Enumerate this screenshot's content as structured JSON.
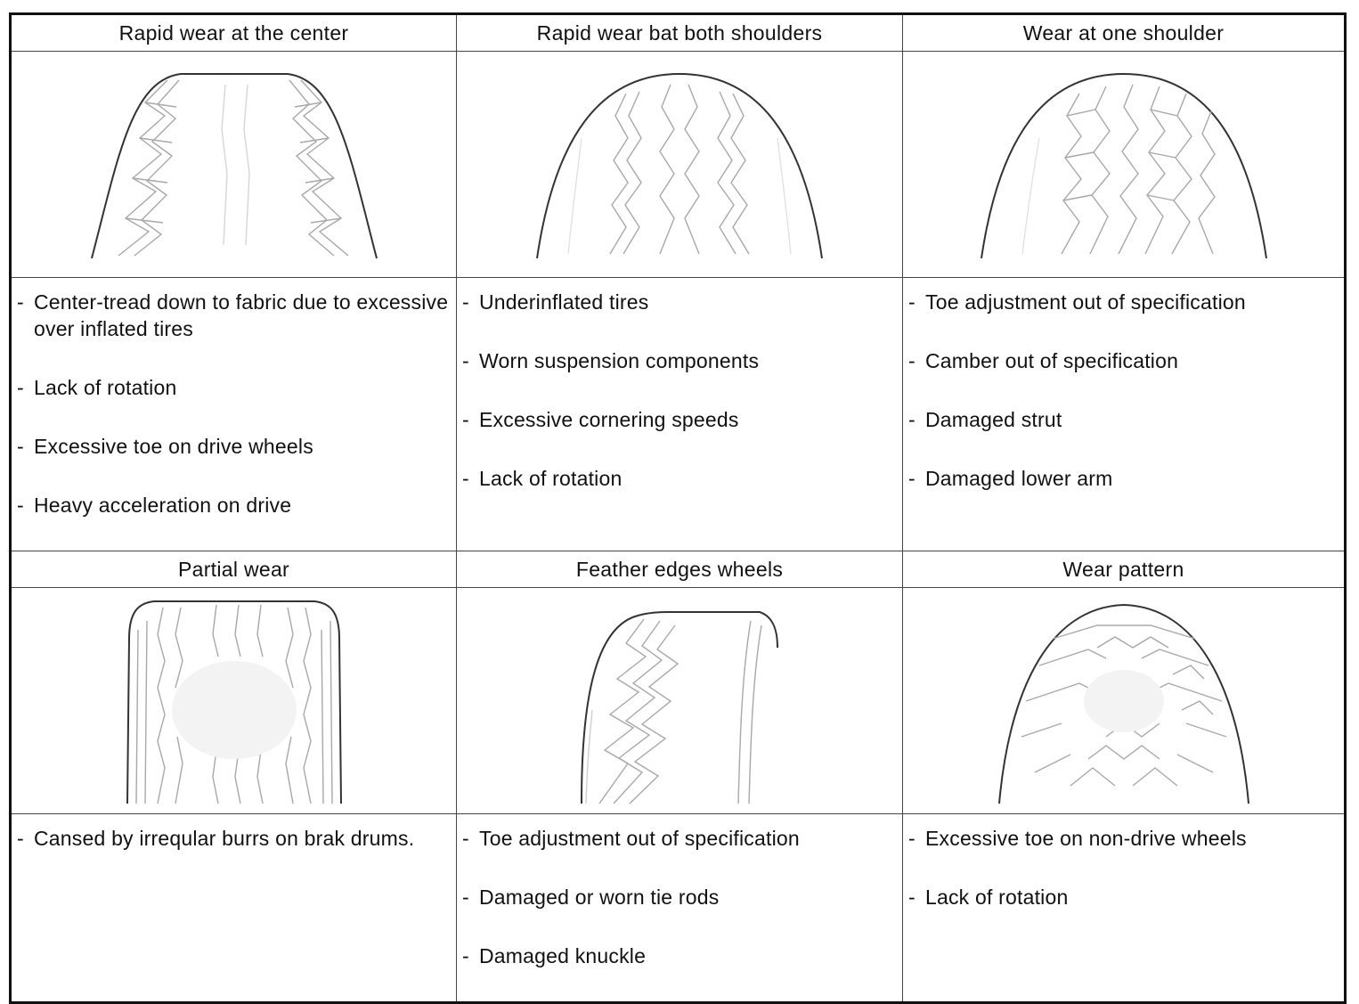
{
  "patterns": [
    {
      "title": "Rapid wear at the center",
      "image": "tire-center-wear-icon",
      "causes": [
        "Center-tread down to fabric due to excessive over inflated tires",
        "Lack of rotation",
        "Excessive toe on drive wheels",
        "Heavy acceleration on drive"
      ]
    },
    {
      "title": "Rapid wear bat both shoulders",
      "image": "tire-shoulder-wear-icon",
      "causes": [
        "Underinflated tires",
        "Worn suspension components",
        "Excessive cornering speeds",
        "Lack of rotation"
      ]
    },
    {
      "title": "Wear at one shoulder",
      "image": "tire-one-shoulder-wear-icon",
      "causes": [
        "Toe adjustment out of specification",
        "Camber out of specification",
        "Damaged strut",
        "Damaged lower arm"
      ]
    },
    {
      "title": "Partial wear",
      "image": "tire-partial-wear-icon",
      "causes": [
        "Cansed by irreqular burrs on brak drums."
      ]
    },
    {
      "title": "Feather edges wheels",
      "image": "tire-feather-edge-icon",
      "causes": [
        "Toe adjustment out of specification",
        "Damaged or worn tie rods",
        "Damaged knuckle"
      ]
    },
    {
      "title": "Wear pattern",
      "image": "tire-wear-pattern-icon",
      "causes": [
        "Excessive toe on non-drive wheels",
        "Lack of rotation"
      ]
    }
  ]
}
